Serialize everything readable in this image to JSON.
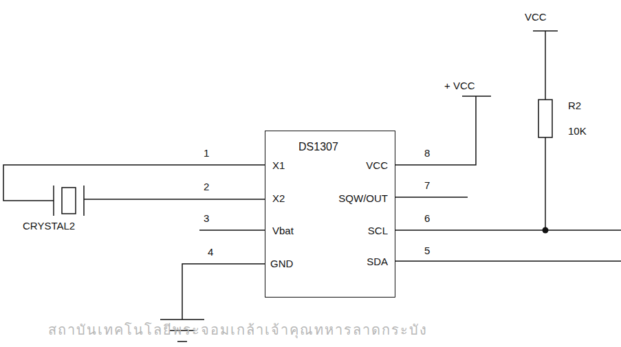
{
  "diagram": {
    "nodes": [
      {
        "text": [
          "DS1307",
          "X1",
          "X2",
          "Vbat",
          "GND",
          "VCC",
          "SQW/OUT",
          "SCL",
          "SDA"
        ]
      }
    ],
    "labels": [
      "1",
      "2",
      "3",
      "4",
      "8",
      "7",
      "6",
      "5",
      "CRYSTAL2",
      "+ VCC",
      "VCC",
      "R2",
      "10K",
      "สถาบันเทคโนโลยีพระจอมเกล้าเจ้าคุณทหารลาดกระบัง"
    ]
  }
}
